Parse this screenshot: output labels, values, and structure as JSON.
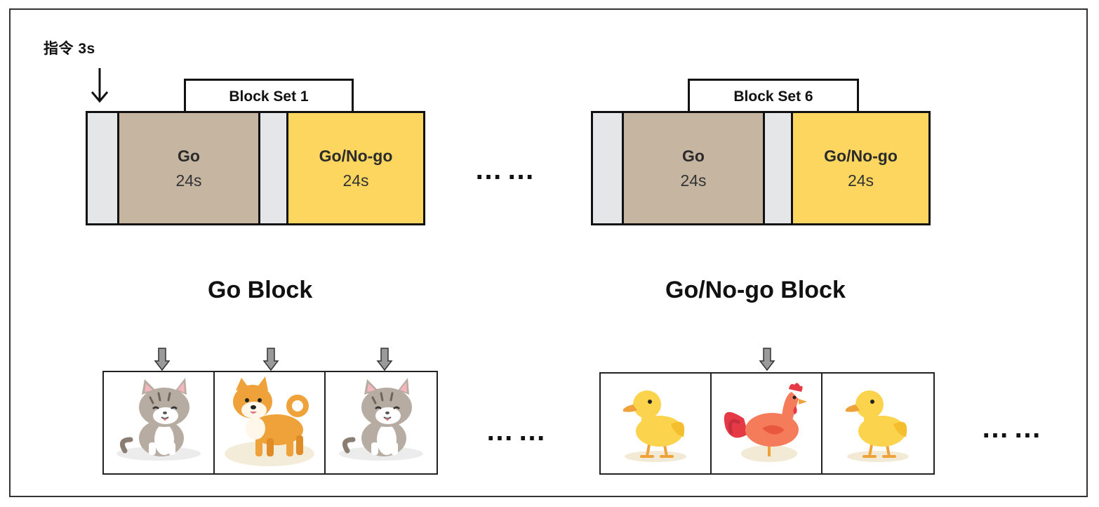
{
  "instruction": {
    "label": "指令 3s"
  },
  "block_sets": [
    {
      "title": "Block Set 1",
      "go_label": "Go",
      "go_duration": "24s",
      "gonogo_label": "Go/No-go",
      "gonogo_duration": "24s"
    },
    {
      "title": "Block Set 6",
      "go_label": "Go",
      "go_duration": "24s",
      "gonogo_label": "Go/No-go",
      "gonogo_duration": "24s"
    }
  ],
  "ellipsis": "……",
  "go_block": {
    "title": "Go Block",
    "stimuli": [
      "cat",
      "dog",
      "cat"
    ]
  },
  "gonogo_block": {
    "title": "Go/No-go Block",
    "stimuli": [
      "duck",
      "rooster",
      "duck"
    ]
  },
  "colors": {
    "rest": "#e4e6e7",
    "go": "#c5b5a1",
    "gonogo": "#fcd65e",
    "arrow": "#9a9a9a"
  }
}
